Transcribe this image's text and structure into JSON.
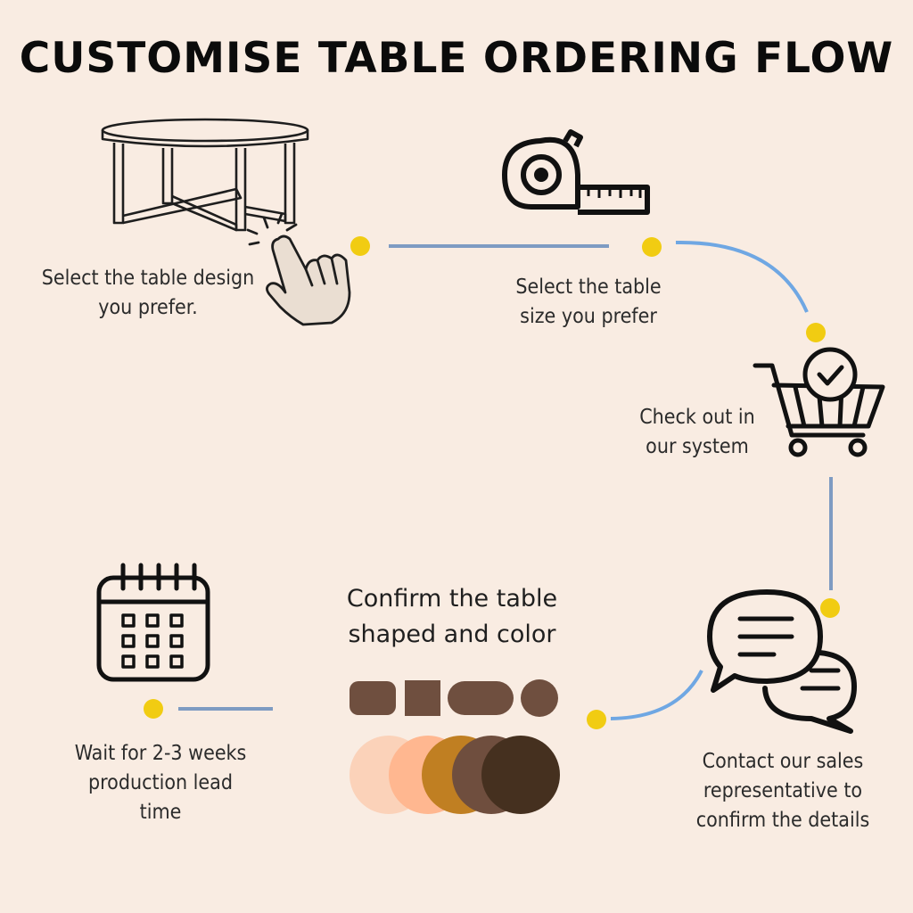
{
  "title": "CUSTOMISE TABLE ORDERING FLOW",
  "steps": [
    {
      "label": "Select the table design you prefer.",
      "icon": "table-click-icon"
    },
    {
      "label": "Select the table size you prefer",
      "icon": "tape-measure-icon"
    },
    {
      "label": "Check out in our system",
      "icon": "shopping-cart-check-icon"
    },
    {
      "label": "Contact our sales representative to confirm the details",
      "icon": "chat-bubbles-icon"
    },
    {
      "label": "Confirm the table shaped and color",
      "icon": "shape-swatches"
    },
    {
      "label": "Wait for 2-3 weeks production lead time",
      "icon": "calendar-icon"
    }
  ],
  "colors": {
    "background": "#f9ece2",
    "dot": "#f1cc12",
    "connector_blue": "#6fa7e3",
    "connector_steel": "#7e9bc2",
    "shape_brown": "#6f4f3f",
    "swatches": [
      "#fbd2b9",
      "#ffb790",
      "#c07f22",
      "#6f4e3e",
      "#45301f"
    ]
  }
}
